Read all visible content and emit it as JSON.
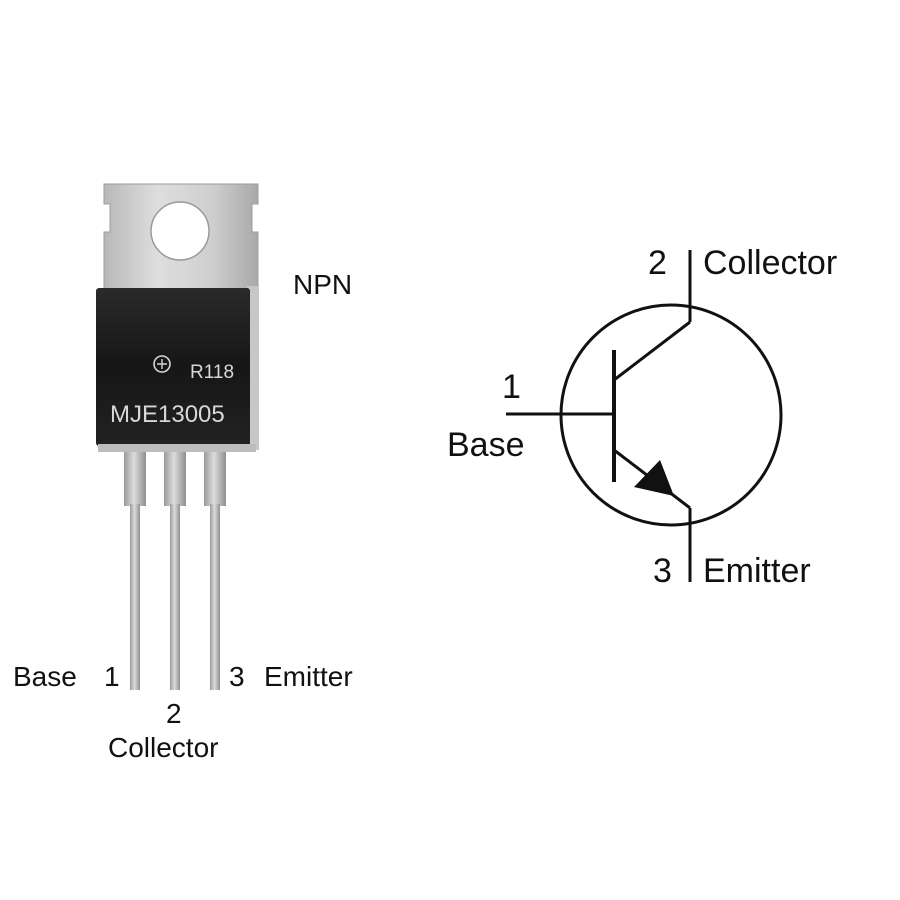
{
  "package": {
    "part_number": "MJE13005",
    "code": "R118",
    "type_label": "NPN"
  },
  "package_pins": {
    "pin1_label": "Base",
    "pin1_number": "1",
    "pin2_number": "2",
    "pin2_label": "Collector",
    "pin3_number": "3",
    "pin3_label": "Emitter"
  },
  "symbol": {
    "collector_number": "2",
    "collector_label": "Collector",
    "base_number": "1",
    "base_label": "Base",
    "emitter_number": "3",
    "emitter_label": "Emitter"
  },
  "colors": {
    "tab_metal": "#c9c9c9",
    "body": "#1c1c1c",
    "leads": "#bdbdbd",
    "ink": "#111111"
  }
}
